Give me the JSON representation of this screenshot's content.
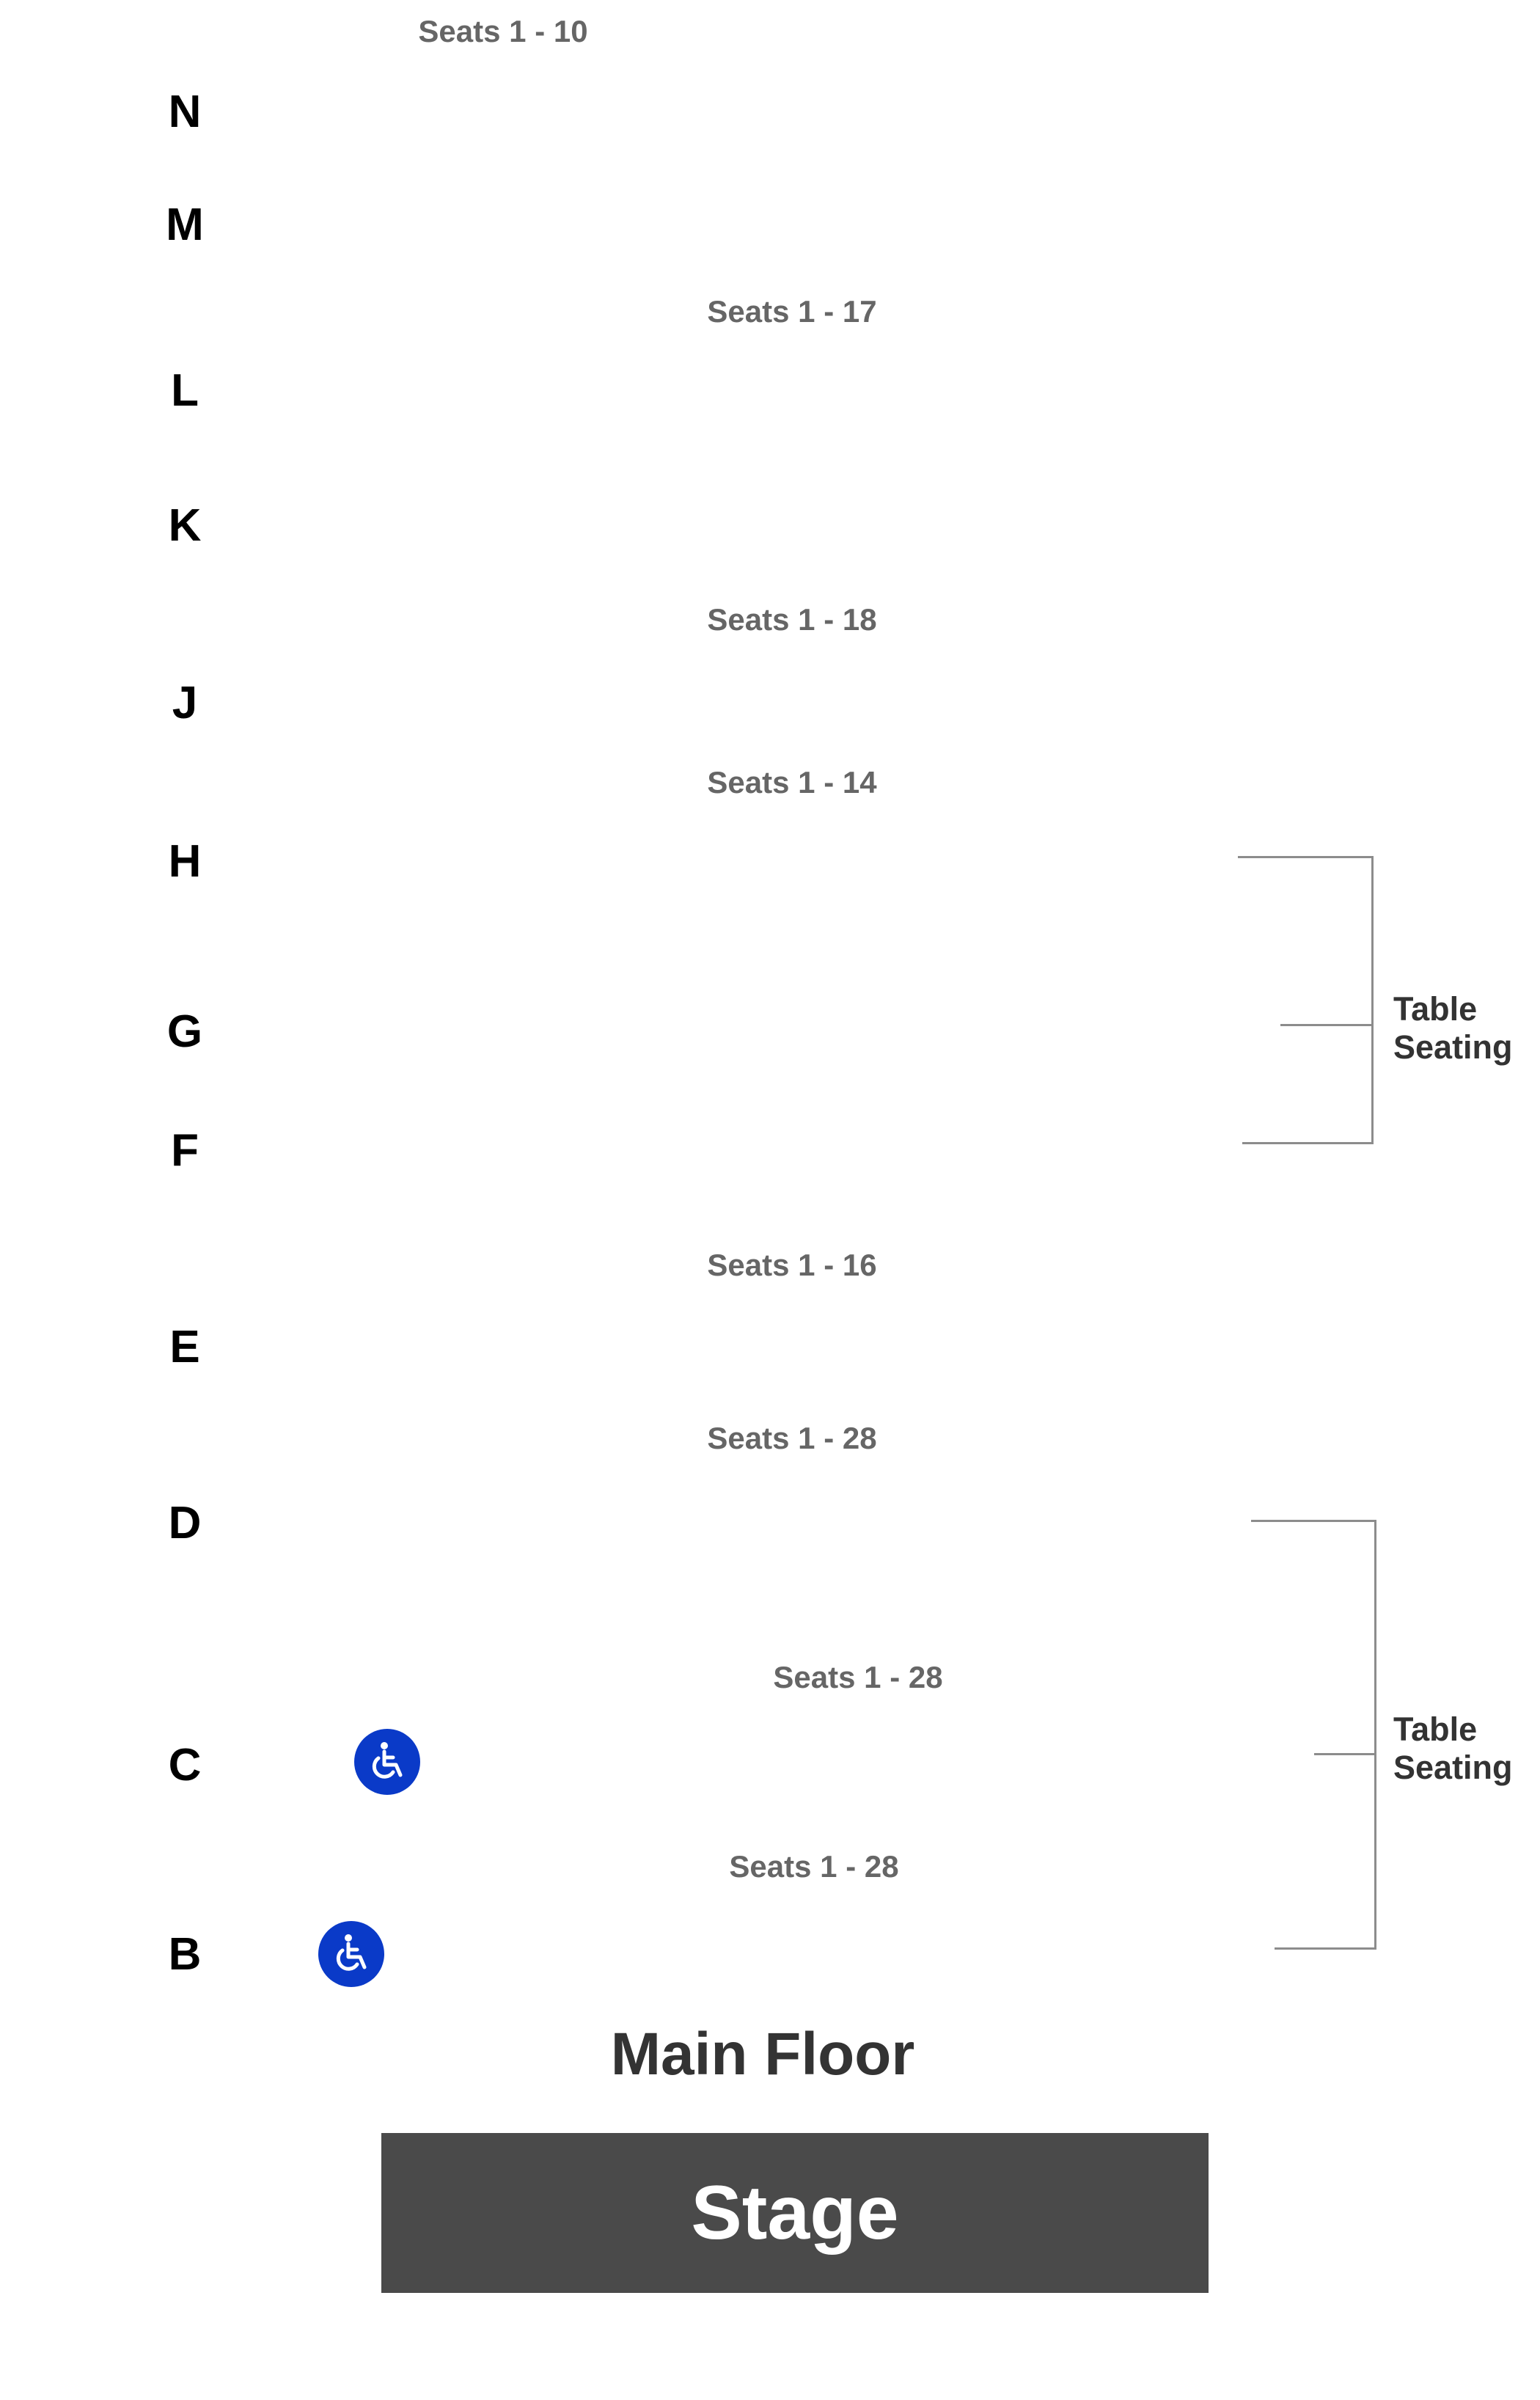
{
  "colors": {
    "accent": "#0a3ac8",
    "stage_bg": "#4a4a4a",
    "seat_range_text": "#666666",
    "row_letter_text": "#000000"
  },
  "rows": {
    "N": "N",
    "M": "M",
    "L": "L",
    "K": "K",
    "J": "J",
    "H": "H",
    "G": "G",
    "F": "F",
    "E": "E",
    "D": "D",
    "C": "C",
    "B": "B"
  },
  "seat_ranges": {
    "n": "Seats 1 - 10",
    "l": "Seats 1 - 17",
    "j": "Seats 1 - 18",
    "h": "Seats 1 - 14",
    "e": "Seats 1 - 16",
    "d": "Seats 1 - 28",
    "c": "Seats 1 - 28",
    "b": "Seats 1 - 28"
  },
  "table_seating_groups": {
    "upper": {
      "label": "Table\nSeating",
      "rows": [
        "H",
        "G",
        "F"
      ]
    },
    "lower": {
      "label": "Table\nSeating",
      "rows": [
        "D",
        "C",
        "B"
      ]
    }
  },
  "accessible_seating": {
    "rows": [
      "C",
      "B"
    ],
    "icon": "wheelchair-icon"
  },
  "main_floor_title": "Main Floor",
  "stage_label": "Stage"
}
